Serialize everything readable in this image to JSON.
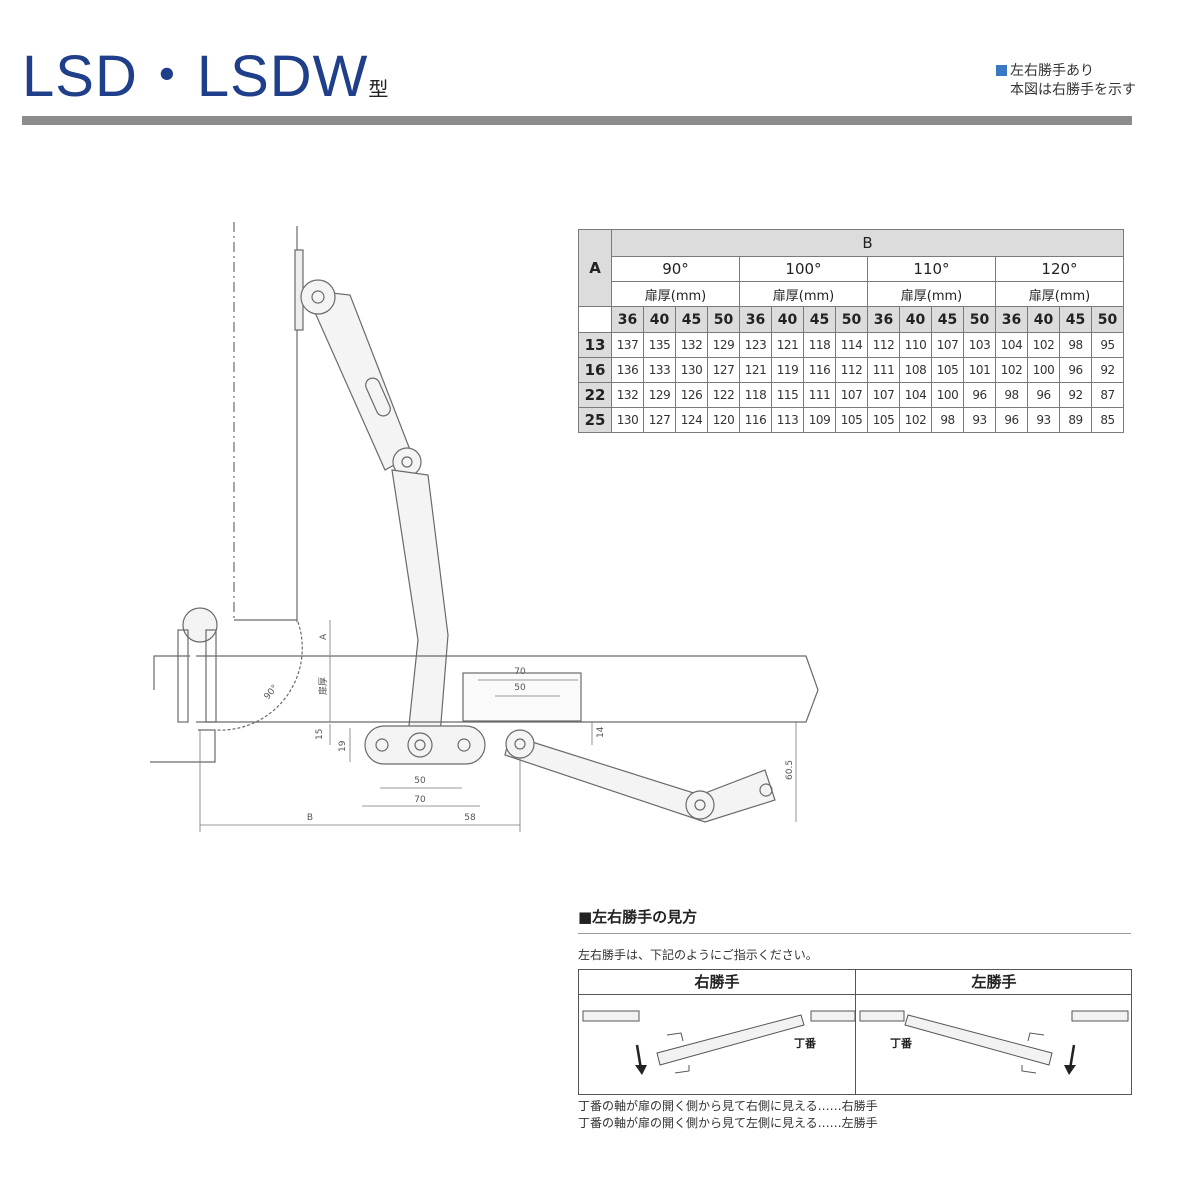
{
  "header": {
    "title": "LSD・LSDW",
    "title_suffix": "型",
    "note_line1": "左右勝手あり",
    "note_line2": "本図は右勝手を示す"
  },
  "drawing": {
    "labels": {
      "a": "A",
      "door_thickness": "扉厚",
      "angle": "90°",
      "d70_top": "70",
      "d50_top": "50",
      "d15": "15",
      "d19": "19",
      "d14": "14",
      "d50_bottom": "50",
      "d70_bottom": "70",
      "b": "B",
      "d58": "58",
      "d60_5": "60.5"
    }
  },
  "spec_table": {
    "b_header": "B",
    "a_header": "A",
    "angles": [
      "90°",
      "100°",
      "110°",
      "120°"
    ],
    "thickness_label": "扉厚(mm)",
    "thicknesses": [
      "36",
      "40",
      "45",
      "50"
    ],
    "rows": [
      {
        "a": "13",
        "values": [
          "137",
          "135",
          "132",
          "129",
          "123",
          "121",
          "118",
          "114",
          "112",
          "110",
          "107",
          "103",
          "104",
          "102",
          "98",
          "95"
        ]
      },
      {
        "a": "16",
        "values": [
          "136",
          "133",
          "130",
          "127",
          "121",
          "119",
          "116",
          "112",
          "111",
          "108",
          "105",
          "101",
          "102",
          "100",
          "96",
          "92"
        ]
      },
      {
        "a": "22",
        "values": [
          "132",
          "129",
          "126",
          "122",
          "118",
          "115",
          "111",
          "107",
          "107",
          "104",
          "100",
          "96",
          "98",
          "96",
          "92",
          "87"
        ]
      },
      {
        "a": "25",
        "values": [
          "130",
          "127",
          "124",
          "120",
          "116",
          "113",
          "109",
          "105",
          "105",
          "102",
          "98",
          "93",
          "96",
          "93",
          "89",
          "85"
        ]
      }
    ]
  },
  "handedness": {
    "title": "■左右勝手の見方",
    "description": "左右勝手は、下記のようにご指示ください。",
    "right_label": "右勝手",
    "left_label": "左勝手",
    "hinge_label": "丁番",
    "footnote1": "丁番の軸が扉の開く側から見て右側に見える……右勝手",
    "footnote2": "丁番の軸が扉の開く側から見て左側に見える……左勝手"
  },
  "colors": {
    "title_blue": "#1f3f8a",
    "note_square": "#3a78c4",
    "header_rule": "#8c8c8c",
    "table_header_bg": "#dcdcdc"
  }
}
